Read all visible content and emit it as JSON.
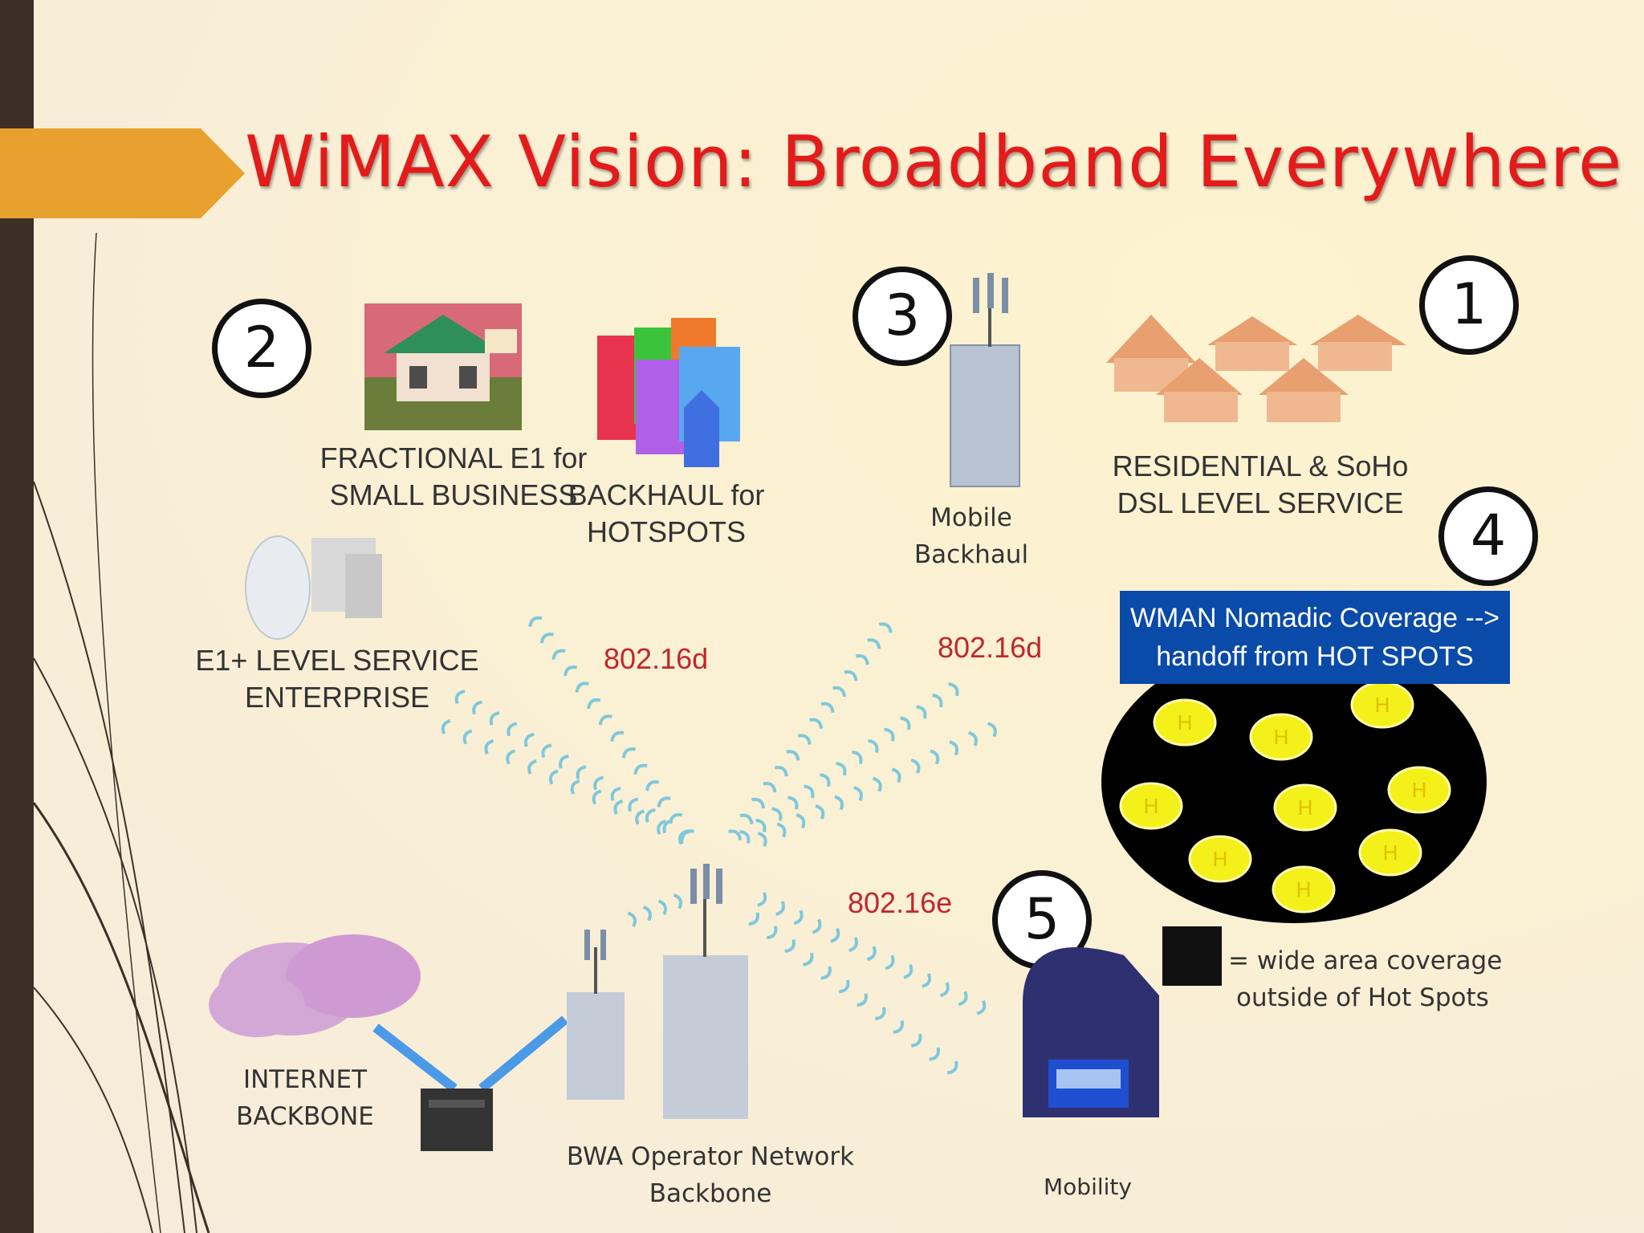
{
  "title": "WiMAX Vision: Broadband Everywhere",
  "numbers": {
    "n1": "1",
    "n2": "2",
    "n3": "3",
    "n4": "4",
    "n5": "5"
  },
  "labels": {
    "fractional_line1": "FRACTIONAL E1  for",
    "fractional_line2": "SMALL BUSINESS",
    "backhaul_line1": "BACKHAUL for",
    "backhaul_line2": "HOTSPOTS",
    "mobile_line1": "Mobile",
    "mobile_line2": "Backhaul",
    "residential_line1": "RESIDENTIAL & SoHo",
    "residential_line2": "DSL LEVEL SERVICE",
    "enterprise_line1": "E1+ LEVEL SERVICE",
    "enterprise_line2": "ENTERPRISE",
    "wman_line1": "WMAN Nomadic Coverage -->",
    "wman_line2": "handoff from HOT SPOTS",
    "legend_line1": "= wide area coverage",
    "legend_line2": "outside of Hot Spots",
    "internet_line1": "INTERNET",
    "internet_line2": "BACKBONE",
    "bwa_line1": "BWA Operator Network",
    "bwa_line2": "Backbone",
    "mobility": "Mobility",
    "hotspot_letter": "H"
  },
  "protocols": {
    "left": "802.16d",
    "right": "802.16d",
    "mobile": "802.16e"
  },
  "colors": {
    "title": "#e31b1b",
    "accent_arrow": "#e8a02f",
    "left_bar": "#3d2f25",
    "wman_box": "#0a4aa8",
    "protocol": "#c0272d",
    "hotspot": "#f4f01a",
    "wave": "#7ec8dc"
  }
}
